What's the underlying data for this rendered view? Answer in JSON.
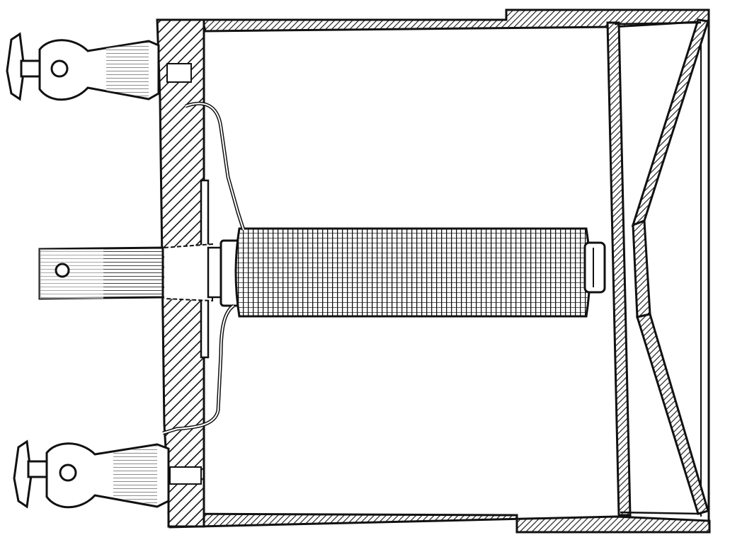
{
  "figure": {
    "subject": "telephone-receiver-cross-section",
    "style": "black-and-white engraving",
    "ink_color": "#111111",
    "paper_color": "#ffffff",
    "labels": []
  },
  "parts": {
    "binding_post_top": "binding-post-icon",
    "binding_post_bottom": "binding-post-icon",
    "magnet_bar": "bar-magnet",
    "pole_coil": "wire-coil",
    "diaphragm": "diaphragm",
    "mouthpiece": "cone-mouthpiece",
    "case": "cylindrical-case",
    "base_plate": "hatched-base-plate",
    "lead_wires": "lead-wires"
  }
}
